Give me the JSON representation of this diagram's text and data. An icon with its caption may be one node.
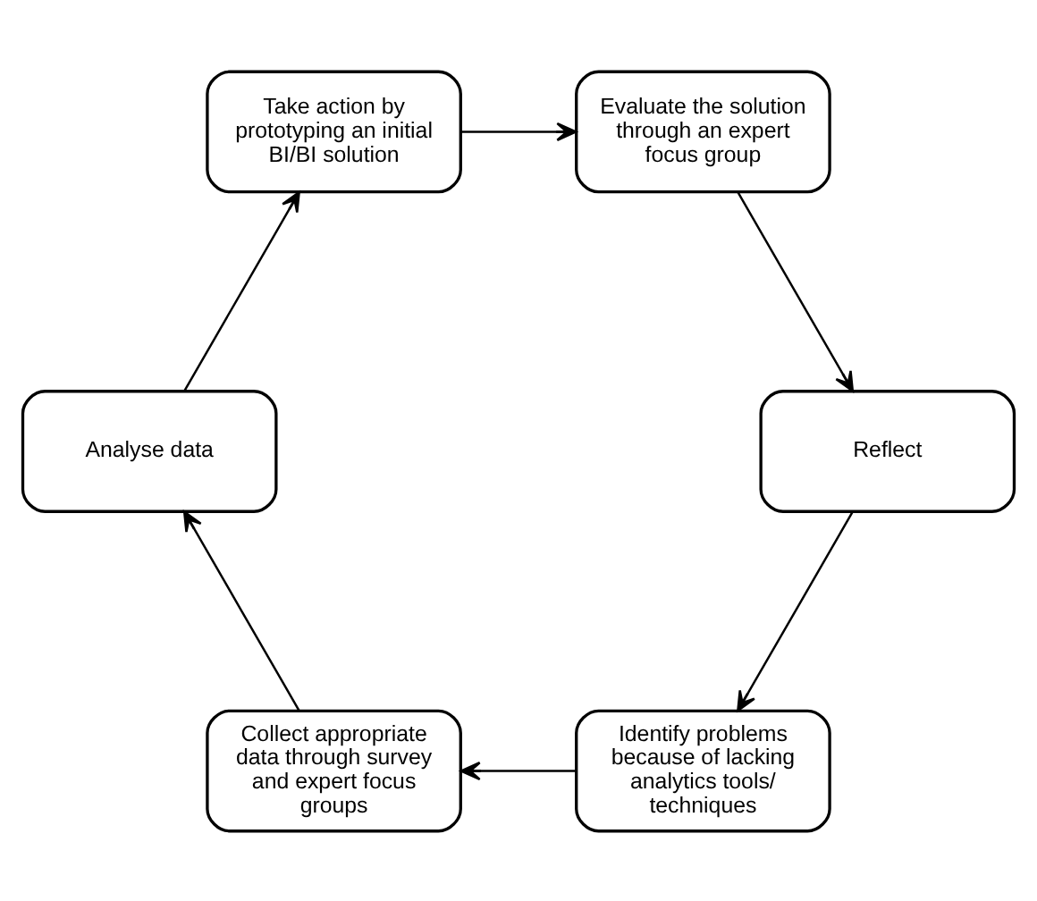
{
  "diagram": {
    "nodes": [
      {
        "text": [
          "Identify problems because of lacking analytics tools/ techniques"
        ]
      },
      {
        "text": [
          "Collect appropriate data through survey and expert focus groups"
        ]
      },
      {
        "text": [
          "Analyse data"
        ]
      },
      {
        "text": [
          "Take action by prototyping an initial BI/BI solution"
        ]
      },
      {
        "text": [
          "Evaluate the solution through an expert focus group"
        ]
      },
      {
        "text": [
          "Reflect"
        ]
      }
    ],
    "edges": [
      {
        "from": 0,
        "to": 1,
        "arrow": "to"
      },
      {
        "from": 1,
        "to": 2,
        "arrow": "to"
      },
      {
        "from": 2,
        "to": 3,
        "arrow": "to"
      },
      {
        "from": 3,
        "to": 4,
        "arrow": "to"
      },
      {
        "from": 4,
        "to": 5,
        "arrow": "to"
      },
      {
        "from": 5,
        "to": 0,
        "arrow": "to"
      }
    ]
  }
}
